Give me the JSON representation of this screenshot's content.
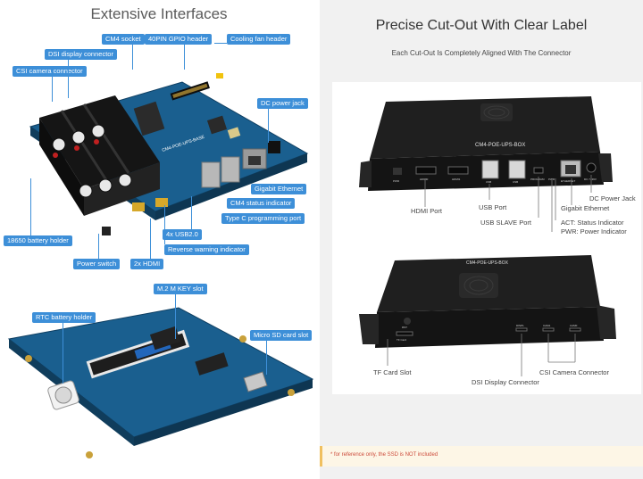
{
  "left": {
    "title": "Extensive Interfaces",
    "top_labels": {
      "cm4_socket": "CM4 socket",
      "gpio_header": "40PIN GPIO header",
      "fan_header": "Cooling fan header",
      "dsi_connector": "DSI display connector",
      "csi_connector": "CSI camera connector",
      "dc_jack": "DC power jack",
      "gigabit": "Gigabit Ethernet",
      "cm4_status": "CM4 status indicator",
      "typec": "Type C programming port",
      "usb2": "4x USB2.0",
      "reverse_warning": "Reverse warning indicator",
      "battery_holder": "18650 battery holder",
      "power_switch": "Power switch",
      "hdmi": "2x HDMI"
    },
    "board_silk": "CM4-POE-UPS-BASE",
    "bottom_labels": {
      "m2": "M.2 M KEY slot",
      "rtc": "RTC battery holder",
      "microsd": "Micro SD card slot"
    }
  },
  "right": {
    "title": "Precise Cut-Out With Clear Label",
    "subtitle": "Each Cut-Out Is Completely Aligned With The Connector",
    "box_top": {
      "brand": "CM4-POE-UPS-BOX",
      "port_marks": [
        "PWR",
        "HDMI0",
        "HDMI1",
        "USB",
        "USB",
        "PROGRAM",
        "PWR",
        "ETHERNET",
        "DC 7~36V"
      ],
      "labels": {
        "hdmi_port": "HDMI Port",
        "usb_port": "USB Port",
        "usb_slave": "USB SLAVE Port",
        "dc_jack": "DC Power Jack",
        "gigabit": "Gigabit Ethernet",
        "act": "ACT:  Status Indicator",
        "pwr": "PWR:  Power Indicator"
      }
    },
    "box_bottom": {
      "brand": "CM4-POE-UPS-BOX",
      "port_marks": [
        "RST",
        "TF Card",
        "DISP1",
        "CAM1",
        "CAM0"
      ],
      "labels": {
        "tf": "TF Card Slot",
        "dsi": "DSI Display Connector",
        "csi": "CSI Camera Connector"
      }
    }
  },
  "note": "* for reference only, the SSD is NOT included",
  "colors": {
    "label_blue": "#3d8fd8",
    "board_blue": "#1a5f8f",
    "box_black": "#1c1c1c",
    "note_red": "#cc4a3a"
  }
}
